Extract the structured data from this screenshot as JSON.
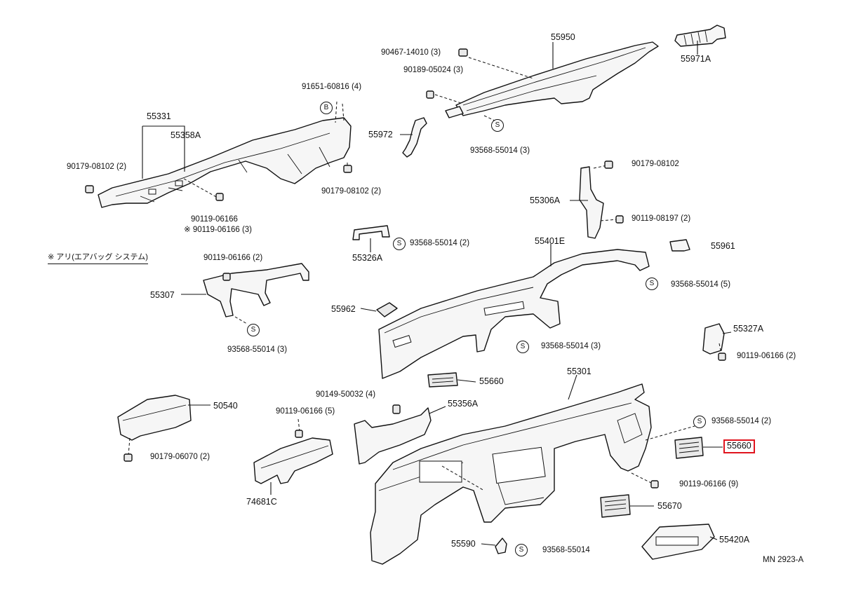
{
  "diagram": {
    "code": "MN 2923-A",
    "note": "※ アリ(エアバッグ システム)",
    "highlighted_part": "55660"
  },
  "parts": {
    "p55950": "55950",
    "p55971A": "55971A",
    "p90467": "90467-14010 (3)",
    "p90189": "90189-05024 (3)",
    "p55972": "55972",
    "p93568_a": "93568-55014 (3)",
    "p91651": "91651-60816 (4)",
    "p55331": "55331",
    "p55358A": "55358A",
    "p90179_a": "90179-08102 (2)",
    "p90179_b": "90179-08102 (2)",
    "p90119_a": "90119-06166",
    "p90119_b": "※ 90119-06166 (3)",
    "p90179_c": "90179-08102",
    "p55306A": "55306A",
    "p90119_08197": "90119-08197 (2)",
    "p55326A": "55326A",
    "p93568_b": "93568-55014 (2)",
    "p55961": "55961",
    "p55401E": "55401E",
    "p93568_c": "93568-55014 (5)",
    "p90119_c": "90119-06166 (2)",
    "p55307": "55307",
    "p93568_d": "93568-55014 (3)",
    "p55962": "55962",
    "p93568_e": "93568-55014 (3)",
    "p55327A": "55327A",
    "p90119_d": "90119-06166 (2)",
    "p55660_a": "55660",
    "p55301": "55301",
    "p90149": "90149-50032 (4)",
    "p55356A": "55356A",
    "p50540": "50540",
    "p90119_e": "90119-06166 (5)",
    "p93568_f": "93568-55014 (2)",
    "p55660_b": "55660",
    "p90179_d": "90179-06070 (2)",
    "p90119_f": "90119-06166 (9)",
    "p74681C": "74681C",
    "p55670": "55670",
    "p55590": "55590",
    "p93568_g": "93568-55014",
    "p55420A": "55420A"
  },
  "symbols": {
    "s": "S",
    "b": "B"
  }
}
